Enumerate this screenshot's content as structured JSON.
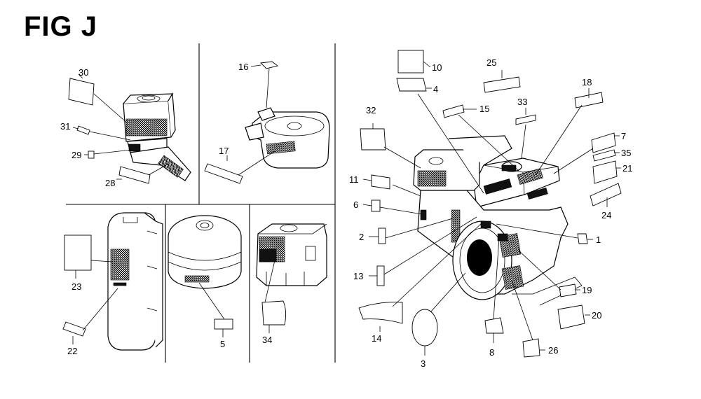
{
  "figure": {
    "title": "FIG J"
  },
  "callouts": {
    "c1": "1",
    "c2": "2",
    "c3": "3",
    "c4": "4",
    "c5": "5",
    "c6": "6",
    "c7": "7",
    "c8": "8",
    "c10": "10",
    "c11": "11",
    "c13": "13",
    "c14": "14",
    "c15": "15",
    "c16": "16",
    "c17": "17",
    "c18": "18",
    "c19": "19",
    "c20": "20",
    "c21": "21",
    "c22": "22",
    "c23": "23",
    "c24": "24",
    "c25": "25",
    "c26": "26",
    "c28": "28",
    "c29": "29",
    "c30": "30",
    "c31": "31",
    "c32": "32",
    "c33": "33",
    "c34": "34",
    "c35": "35"
  }
}
